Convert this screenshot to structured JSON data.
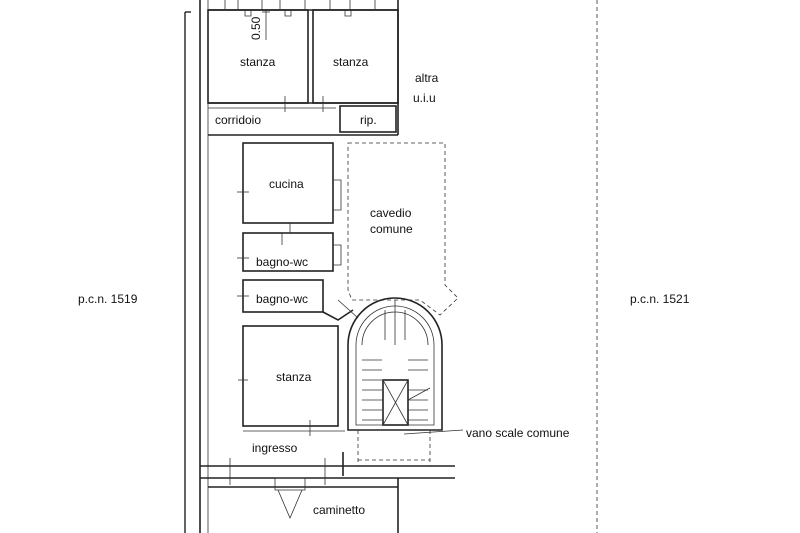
{
  "parcels": {
    "left": "p.c.n. 1519",
    "right": "p.c.n. 1521"
  },
  "rooms": {
    "stanza_top_left": "stanza",
    "stanza_top_right": "stanza",
    "corridoio": "corridoio",
    "rip": "rip.",
    "cucina": "cucina",
    "bagno_wc_1": "bagno-wc",
    "bagno_wc_2": "bagno-wc",
    "stanza_main": "stanza",
    "ingresso": "ingresso",
    "caminetto": "caminetto"
  },
  "other_unit": {
    "line1": "altra",
    "line2": "u.i.u"
  },
  "cavedio": {
    "line1": "cavedio",
    "line2": "comune"
  },
  "stairs_label": "vano scale comune",
  "dimension": "0.50"
}
